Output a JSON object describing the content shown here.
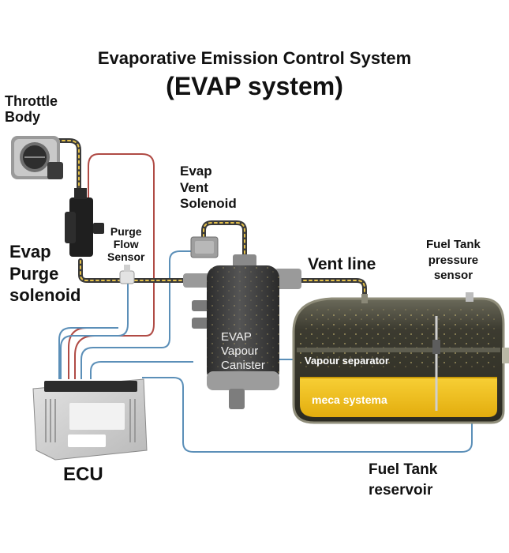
{
  "title": {
    "line1": "Evaporative Emission Control System",
    "line2": "(EVAP system)"
  },
  "labels": {
    "throttle_body": [
      "Throttle",
      "Body"
    ],
    "evap_purge_solenoid": [
      "Evap",
      "Purge",
      "solenoid"
    ],
    "purge_flow_sensor": [
      "Purge",
      "Flow",
      "Sensor"
    ],
    "evap_vent_solenoid": [
      "Evap",
      "Vent",
      "Solenoid"
    ],
    "vent_line": "Vent line",
    "fuel_tank_pressure_sensor": [
      "Fuel Tank",
      "pressure",
      "sensor"
    ],
    "evap_vapour_canister": [
      "EVAP",
      "Vapour",
      "Canister"
    ],
    "vapour_separator": "Vapour separator",
    "meca_systema": "meca systema",
    "ecu": "ECU",
    "fuel_tank_reservoir": [
      "Fuel Tank",
      "reservoir"
    ]
  },
  "colors": {
    "vapor_hose": "#4a4a4a",
    "hose_stripe": "#e6c24a",
    "signal_wire_blue": "#5b8fb8",
    "signal_wire_red": "#b04b45",
    "fuel": "#f2c21b",
    "tank_body": "#3a3a30",
    "canister_body": "#3d3d3d",
    "ecu_body": "#cfcfcf"
  }
}
